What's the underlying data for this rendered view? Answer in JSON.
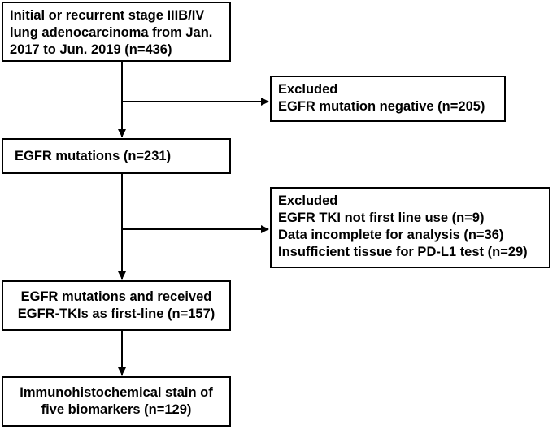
{
  "boxes": {
    "initial": [
      "Initial or recurrent stage IIIB/IV",
      "lung adenocarcinoma from Jan.",
      "2017 to Jun. 2019 (n=436)"
    ],
    "excluded1": [
      "Excluded",
      "EGFR mutation negative (n=205)"
    ],
    "egfr": [
      "EGFR mutations (n=231)"
    ],
    "excluded2": [
      "Excluded",
      "EGFR TKI not first line use (n=9)",
      "Data incomplete for analysis (n=36)",
      "Insufficient tissue for PD-L1 test (n=29)"
    ],
    "received": [
      "EGFR mutations and received",
      "EGFR-TKIs as first-line (n=157)"
    ],
    "ihc": [
      "Immunohistochemical stain of",
      "five biomarkers (n=129)"
    ]
  }
}
